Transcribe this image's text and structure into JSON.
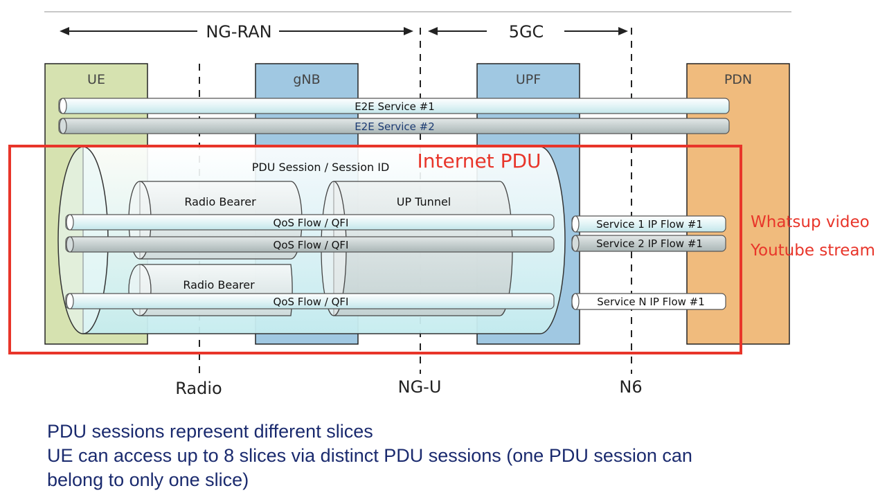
{
  "regions": {
    "ngran": "NG-RAN",
    "core": "5GC"
  },
  "nodes": {
    "ue": "UE",
    "gnb": "gNB",
    "upf": "UPF",
    "pdn": "PDN"
  },
  "interfaces": {
    "radio": "Radio",
    "ngu": "NG-U",
    "n6": "N6"
  },
  "e2e": {
    "service1": "E2E Service #1",
    "service2": "E2E Service #2"
  },
  "pdu": {
    "session_label": "PDU Session / Session ID",
    "highlight_label": "Internet PDU"
  },
  "bearers": {
    "radio1": "Radio Bearer",
    "radio2": "Radio Bearer",
    "tunnel": "UP Tunnel"
  },
  "flows": {
    "qos1": "QoS Flow / QFI",
    "qos2": "QoS Flow / QFI",
    "qos3": "QoS Flow / QFI"
  },
  "ip_flows": {
    "s1": "Service 1 IP Flow #1",
    "s2": "Service 2 IP Flow #1",
    "sn": "Service N IP Flow #1"
  },
  "apps": {
    "a1": "Whatsup video",
    "a2": "Youtube stream"
  },
  "caption": {
    "line1": "PDU sessions represent different slices",
    "line2": "UE can access up to 8 slices via distinct PDU sessions (one PDU session can",
    "line3": "belong to only one slice)"
  },
  "colors": {
    "ue": "#d6e2b0",
    "gnb": "#a0c8e2",
    "upf": "#a0c8e2",
    "pdn": "#f0bb7d",
    "highlight": "#e8352a",
    "caption": "#1a2a6e"
  }
}
